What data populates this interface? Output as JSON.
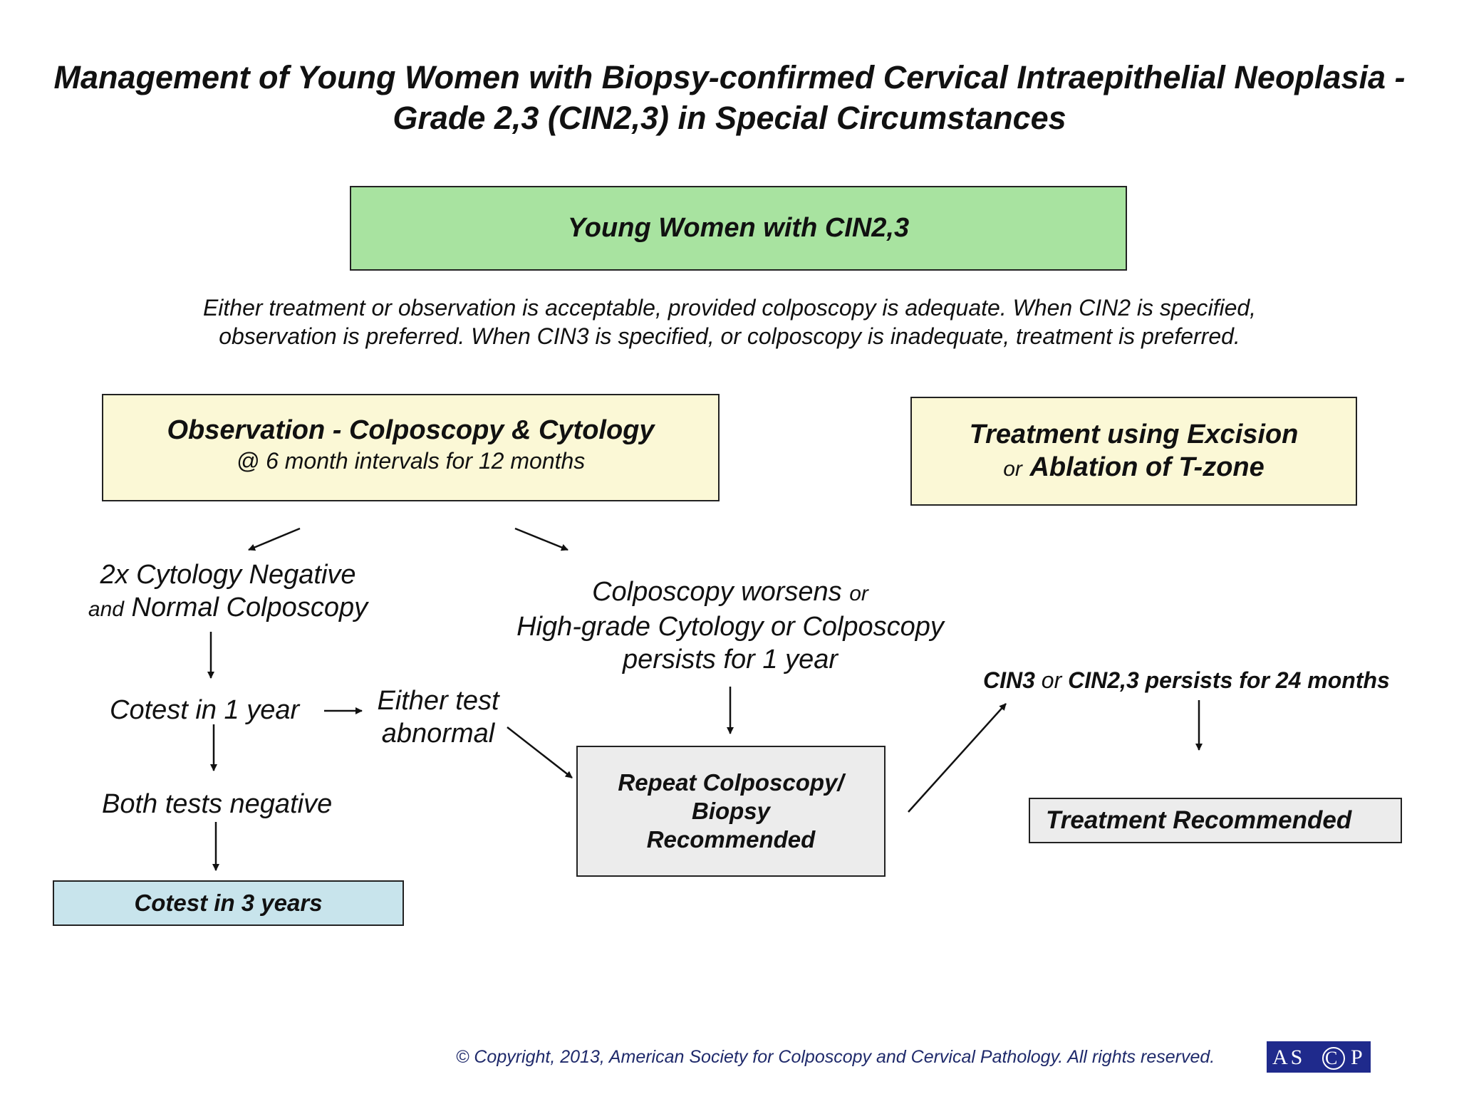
{
  "title": {
    "line1": "Management of Young Women with Biopsy-confirmed Cervical Intraepithelial Neoplasia -",
    "line2": "Grade 2,3 (CIN2,3) in Special Circumstances"
  },
  "boxes": {
    "young_women": "Young Women with CIN2,3",
    "observation_title": "Observation - Colposcopy & Cytology",
    "observation_sub": "@ 6 month intervals for 12 months",
    "treatment_line1": "Treatment using Excision",
    "treatment_or": "or",
    "treatment_line2": "Ablation of T-zone",
    "repeat_line1": "Repeat Colposcopy/",
    "repeat_line2": "Biopsy",
    "repeat_line3": "Recommended",
    "treatment_recommended": "Treatment Recommended",
    "cotest_3_years": "Cotest in 3 years"
  },
  "note": {
    "line1": "Either treatment or observation is acceptable, provided colposcopy is adequate.  When CIN2 is specified,",
    "line2": "observation is preferred.  When CIN3 is specified, or colposcopy is inadequate, treatment is preferred."
  },
  "steps": {
    "cyto_neg_line1": "2x Cytology Negative",
    "cyto_neg_and": "and",
    "cyto_neg_line2": "Normal Colposcopy",
    "cotest_1_year": "Cotest in 1 year",
    "either_test_line1": "Either test",
    "either_test_line2": "abnormal",
    "both_negative": "Both tests negative",
    "colpo_worsens": "Colposcopy worsens",
    "colpo_or": "or",
    "high_grade": "High-grade Cytology or Colposcopy",
    "persists": "persists for 1 year",
    "cin3": "CIN3",
    "cin3_or": "or",
    "cin23_persists": "CIN2,3 persists for 24 months"
  },
  "footer": {
    "copyright": "© Copyright, 2013, American Society for Colposcopy and Cervical Pathology.  All rights reserved.",
    "logo": "ASCCP"
  },
  "colors": {
    "green_box": "#a8e3a0",
    "yellow_box": "#fbf8d6",
    "gray_box": "#ececec",
    "blue_box": "#c8e4ec",
    "logo_blue": "#1f2a8c"
  }
}
